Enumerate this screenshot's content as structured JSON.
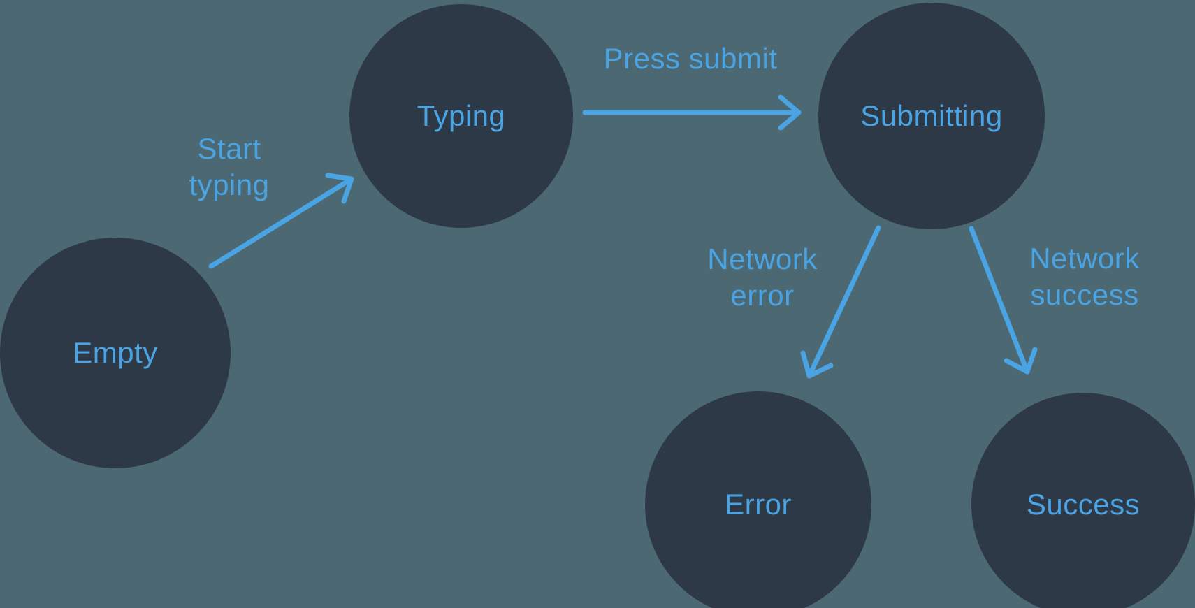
{
  "diagram": {
    "kind": "state-machine",
    "colors": {
      "background": "#4C6973",
      "node_fill": "#2E3947",
      "accent": "#4AA3E2"
    },
    "states": [
      {
        "id": "empty",
        "label": "Empty"
      },
      {
        "id": "typing",
        "label": "Typing"
      },
      {
        "id": "submitting",
        "label": "Submitting"
      },
      {
        "id": "error",
        "label": "Error"
      },
      {
        "id": "success",
        "label": "Success"
      }
    ],
    "transitions": [
      {
        "from": "empty",
        "to": "typing",
        "label": "Start\ntyping"
      },
      {
        "from": "typing",
        "to": "submitting",
        "label": "Press submit"
      },
      {
        "from": "submitting",
        "to": "error",
        "label": "Network\nerror"
      },
      {
        "from": "submitting",
        "to": "success",
        "label": "Network\nsuccess"
      }
    ]
  }
}
